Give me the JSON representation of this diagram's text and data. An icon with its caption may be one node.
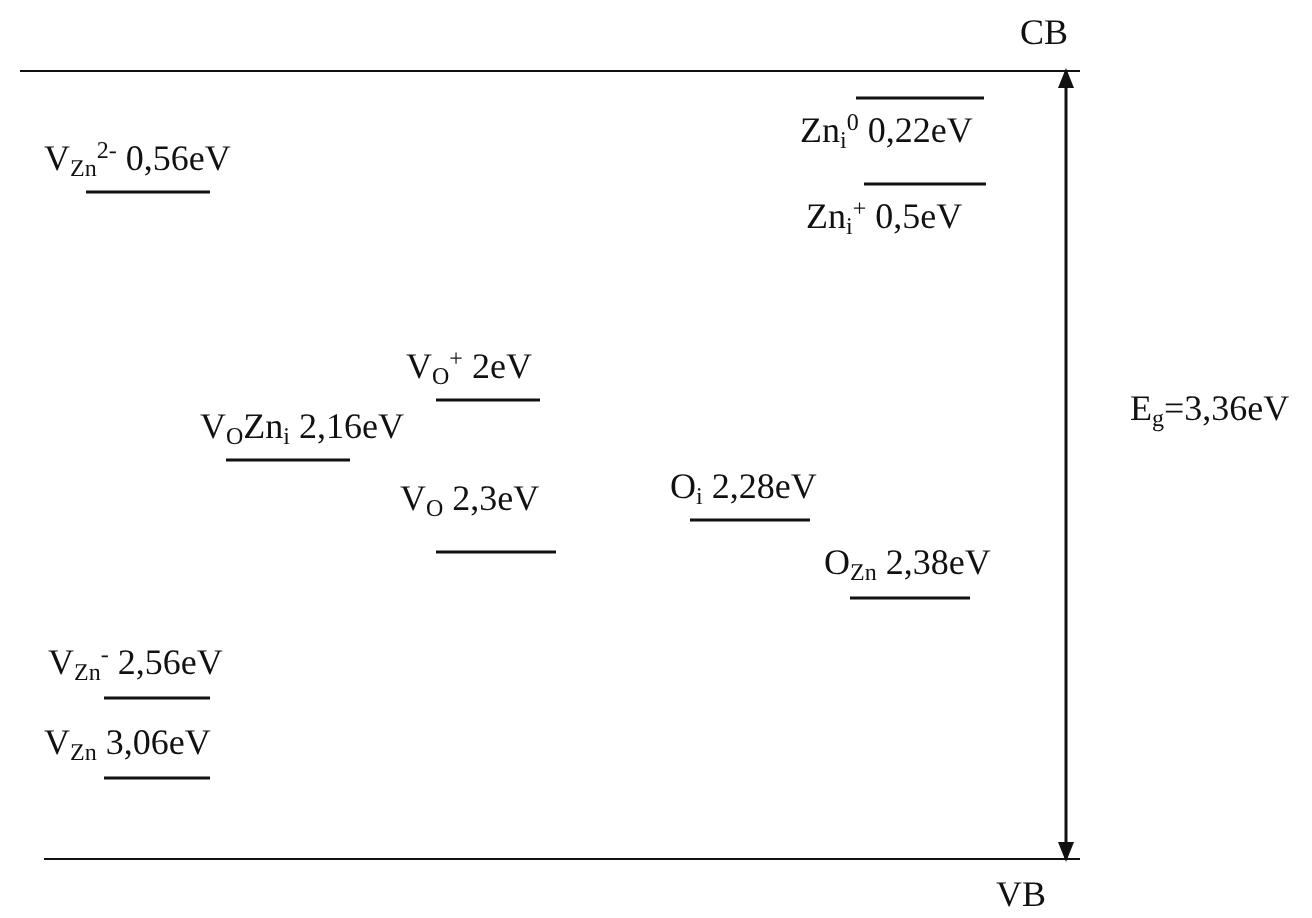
{
  "diagram": {
    "nodes": [
      {
        "text": [
          "CB"
        ]
      },
      {
        "text": [
          "VB"
        ]
      }
    ],
    "edges": [
      {
        "from": 1,
        "to": 0,
        "arrow": "both",
        "label": "E$_{g}$=3,36eV"
      }
    ],
    "labels": [
      "V$_{Zn}$$^{2-}$ 0,56eV",
      "Zn$_{i}$$^{0}$ 0,22eV",
      "Zn$_{i}$$^{+}$ 0,5eV",
      "V$_{O}$$^{+}$ 2eV",
      "V$_{O}$Zn$_{i}$ 2,16eV",
      "V$_{O}$ 2,3eV",
      "O$_{i}$ 2,28eV",
      "O$_{Zn}$ 2,38eV",
      "V$_{Zn}$$^{-}$ 2,56eV",
      "V$_{Zn}$ 3,06eV"
    ]
  }
}
